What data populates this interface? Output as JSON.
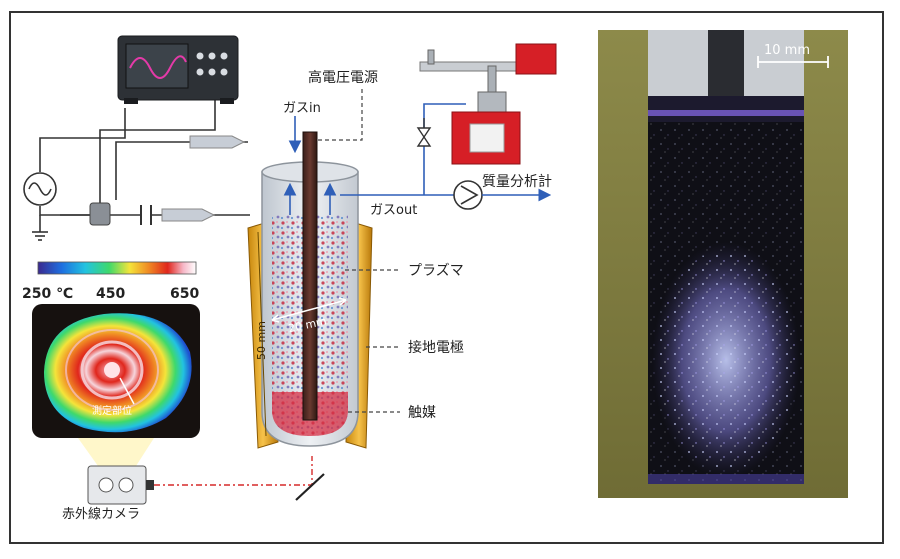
{
  "labels": {
    "high_voltage_source": "高電圧電源",
    "gas_in": "ガスin",
    "gas_out": "ガスout",
    "mass_spectrometer": "質量分析計",
    "plasma": "プラズマ",
    "ground_electrode": "接地電極",
    "catalyst": "触媒",
    "ir_camera": "赤外線カメラ",
    "tube_diameter": "20 mm",
    "electrode_length": "50 mm",
    "scale_bar": "10 mm",
    "thermo_label": "測定部位"
  },
  "colorbar": {
    "ticks": [
      "250 ℃",
      "450",
      "650"
    ],
    "colors": [
      "#3b2a8f",
      "#1e6fe0",
      "#22c3e0",
      "#3fd96b",
      "#f4e43a",
      "#f08a24",
      "#e0261c",
      "#f6b8c8",
      "#ffffff"
    ]
  }
}
